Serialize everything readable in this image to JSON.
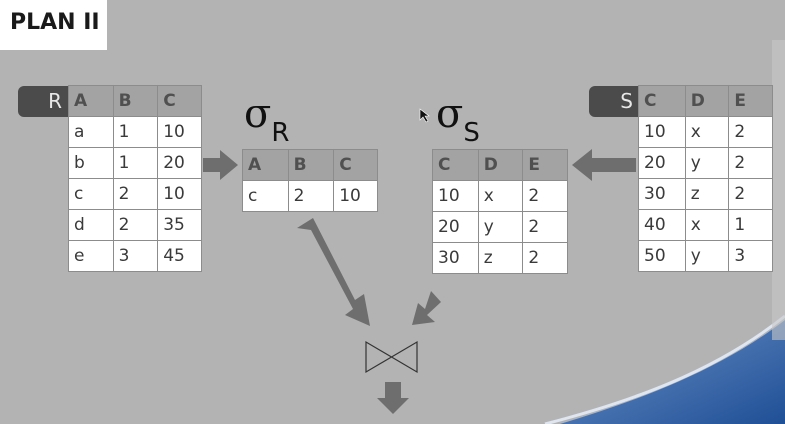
{
  "slide": {
    "title": "PLAN II",
    "sigma_symbol": "σ"
  },
  "relation_r": {
    "tag": "R",
    "columns": [
      "A",
      "B",
      "C"
    ],
    "rows": [
      [
        "a",
        "1",
        "10"
      ],
      [
        "b",
        "1",
        "20"
      ],
      [
        "c",
        "2",
        "10"
      ],
      [
        "d",
        "2",
        "35"
      ],
      [
        "e",
        "3",
        "45"
      ]
    ]
  },
  "relation_s": {
    "tag": "S",
    "columns": [
      "C",
      "D",
      "E"
    ],
    "rows": [
      [
        "10",
        "x",
        "2"
      ],
      [
        "20",
        "y",
        "2"
      ],
      [
        "30",
        "z",
        "2"
      ],
      [
        "40",
        "x",
        "1"
      ],
      [
        "50",
        "y",
        "3"
      ]
    ]
  },
  "selection_r": {
    "subscript": "R",
    "columns": [
      "A",
      "B",
      "C"
    ],
    "rows": [
      [
        "c",
        "2",
        "10"
      ]
    ]
  },
  "selection_s": {
    "subscript": "S",
    "columns": [
      "C",
      "D",
      "E"
    ],
    "rows": [
      [
        "10",
        "x",
        "2"
      ],
      [
        "20",
        "y",
        "2"
      ],
      [
        "30",
        "z",
        "2"
      ]
    ]
  },
  "colors": {
    "background": "#b3b3b3",
    "arrow": "#6e6e6e",
    "tag": "#4b4b4b",
    "swoosh": "#2d5a9e"
  },
  "icons": [
    "join-bowtie-icon",
    "mouse-pointer-icon"
  ]
}
